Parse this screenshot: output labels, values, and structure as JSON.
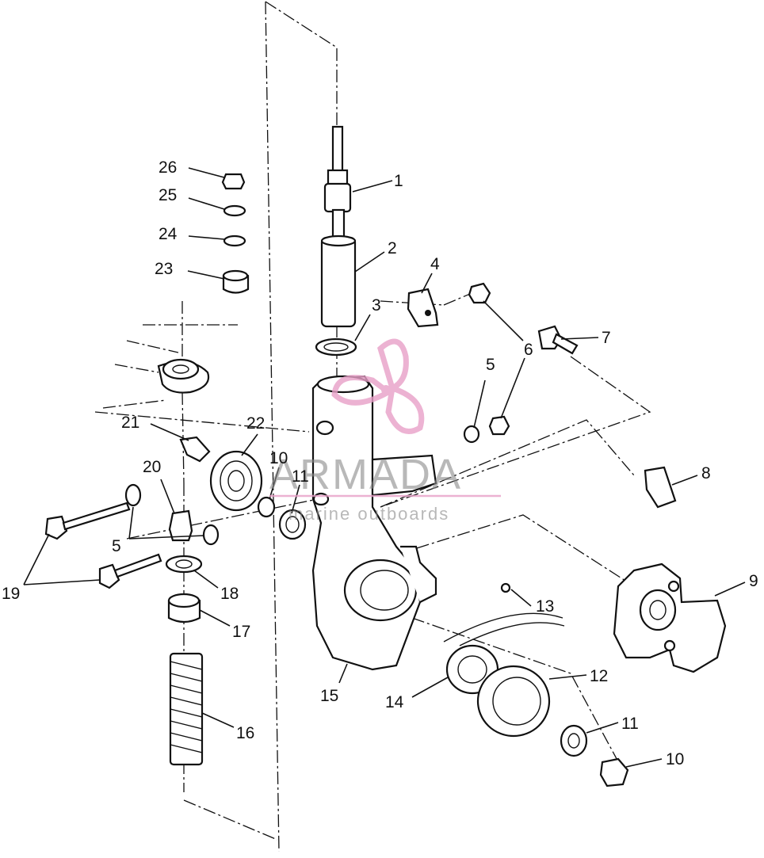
{
  "diagram": {
    "callouts": [
      {
        "id": "c1",
        "text": "1"
      },
      {
        "id": "c2",
        "text": "2"
      },
      {
        "id": "c3",
        "text": "3"
      },
      {
        "id": "c4",
        "text": "4"
      },
      {
        "id": "c5a",
        "text": "5"
      },
      {
        "id": "c6",
        "text": "6"
      },
      {
        "id": "c7",
        "text": "7"
      },
      {
        "id": "c8",
        "text": "8"
      },
      {
        "id": "c9",
        "text": "9"
      },
      {
        "id": "c10a",
        "text": "10"
      },
      {
        "id": "c11a",
        "text": "11"
      },
      {
        "id": "c12",
        "text": "12"
      },
      {
        "id": "c13",
        "text": "13"
      },
      {
        "id": "c14",
        "text": "14"
      },
      {
        "id": "c15",
        "text": "15"
      },
      {
        "id": "c16",
        "text": "16"
      },
      {
        "id": "c17",
        "text": "17"
      },
      {
        "id": "c18",
        "text": "18"
      },
      {
        "id": "c19",
        "text": "19"
      },
      {
        "id": "c20",
        "text": "20"
      },
      {
        "id": "c21",
        "text": "21"
      },
      {
        "id": "c22",
        "text": "22"
      },
      {
        "id": "c23",
        "text": "23"
      },
      {
        "id": "c24",
        "text": "24"
      },
      {
        "id": "c25",
        "text": "25"
      },
      {
        "id": "c26",
        "text": "26"
      },
      {
        "id": "c5b",
        "text": "5"
      },
      {
        "id": "c10b",
        "text": "10"
      },
      {
        "id": "c11b",
        "text": "11"
      }
    ]
  },
  "watermark": {
    "brand": "ARMADA",
    "tagline": "marine outboards",
    "color": "#e8a0c8",
    "logo_icon": "propeller-logo-icon"
  },
  "colors": {
    "line": "#111111",
    "background": "#ffffff"
  }
}
